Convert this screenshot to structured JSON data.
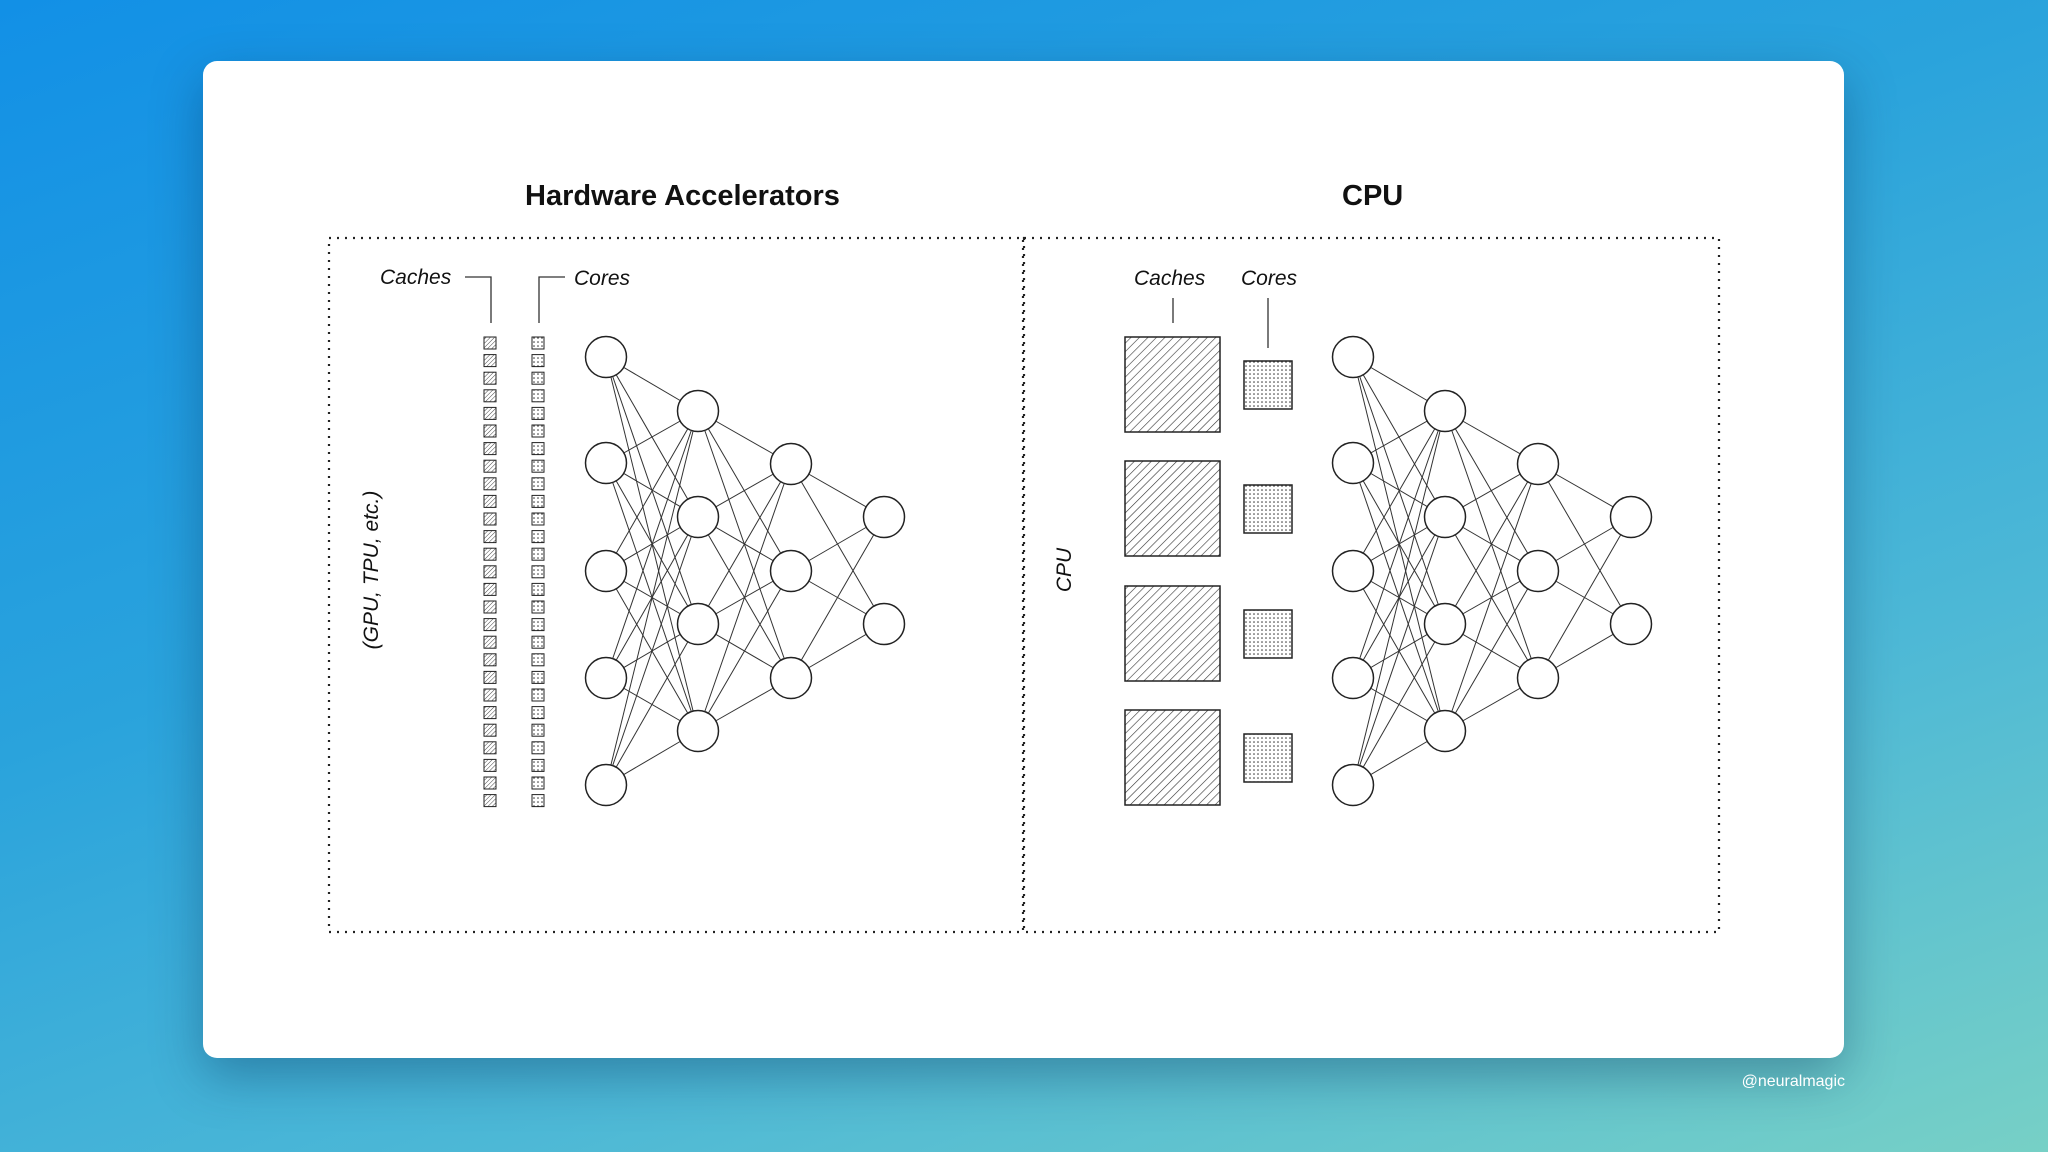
{
  "left_panel": {
    "title": "Hardware Accelerators",
    "caches_label": "Caches",
    "cores_label": "Cores",
    "side_label": "(GPU, TPU, etc.)"
  },
  "right_panel": {
    "title": "CPU",
    "caches_label": "Caches",
    "cores_label": "Cores",
    "side_label": "CPU"
  },
  "watermark": "@neuralmagic"
}
